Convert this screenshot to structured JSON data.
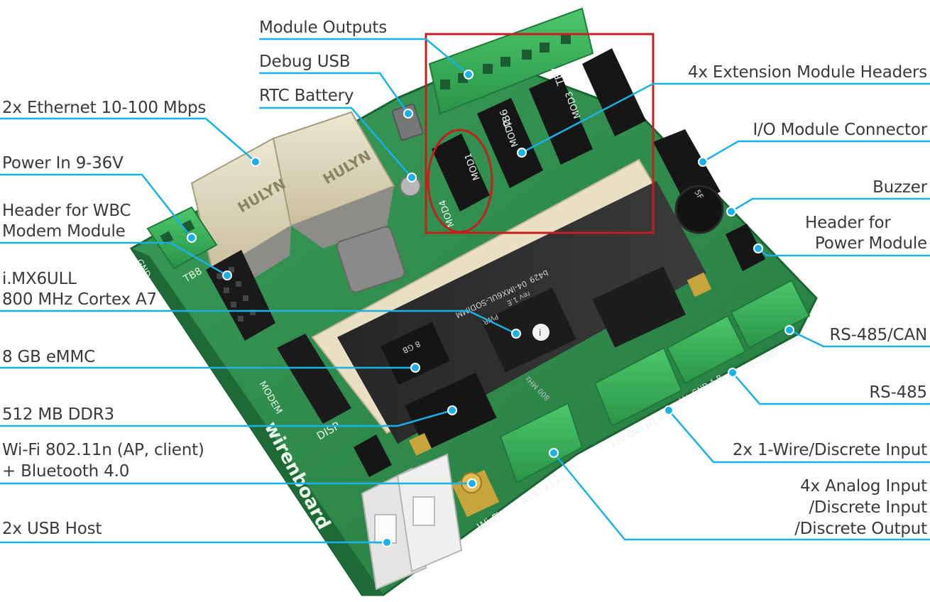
{
  "labels": {
    "module_outputs": "Module Outputs",
    "debug_usb": "Debug USB",
    "rtc_battery": "RTC Battery",
    "ethernet": "2x Ethernet 10-100 Mbps",
    "power_in": "Power In 9-36V",
    "wbc_header_1": "Header for WBC",
    "wbc_header_2": "Modem Module",
    "cpu_1": "i.MX6ULL",
    "cpu_2": "800 MHz Cortex A7",
    "emmc": "8 GB eMMC",
    "ddr3": "512 MB DDR3",
    "wifi_1": "Wi-Fi 802.11n (AP, client)",
    "wifi_2": "+ Bluetooth 4.0",
    "usb_host": "2x USB Host",
    "ext_headers": "4x Extension Module Headers",
    "io_connector": "I/O Module Connector",
    "buzzer": "Buzzer",
    "power_header_1": "Header for",
    "power_header_2": "Power Module",
    "rs485_can": "RS-485/CAN",
    "rs485": "RS-485",
    "onewire": "2x 1-Wire/Discrete Input",
    "analog_1": "4x Analog Input",
    "analog_2": "/Discrete Input",
    "analog_3": "/Discrete Output"
  },
  "board_text": {
    "brand": "wirenboard",
    "wifi": "Wi-Fi",
    "tb8": "TB8",
    "tb6": "TB6",
    "tb7": "TB7",
    "mod1": "MOD1",
    "mod2": "MOD2",
    "mod3": "MOD3",
    "mod4": "MOD4",
    "eth_brand": "HULYN",
    "module_name": "04-iMX6UL-SODIMM",
    "module_id": "b429",
    "emmc_chip": "8 GB",
    "pwr": "PWR",
    "rev": "rev 1.E",
    "freq": "800 MHz",
    "modem": "MODEM",
    "disp": "DISP",
    "a_terms": "A1 A2 A3 A4",
    "w_terms": "+5V GND W1 W2",
    "rs_terms": "V+ GND A B",
    "can_terms": "V+ GND AL BH",
    "gnd": "GND",
    "buzzer_mark": "5F"
  },
  "colors": {
    "pcb": "#2f8a4c",
    "terminal": "#3cae5a",
    "callout_line": "#1ab0e8",
    "highlight_box": "#c41e1e"
  }
}
